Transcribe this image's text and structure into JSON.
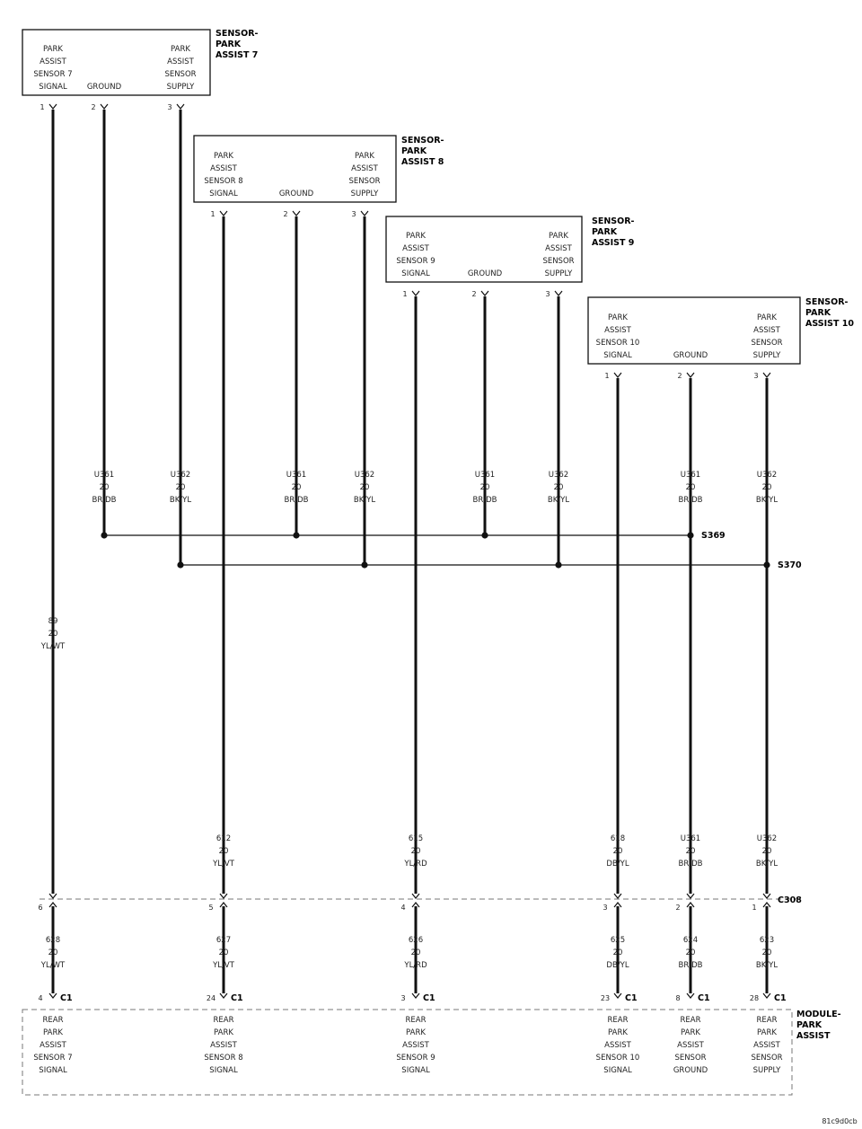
{
  "diagram": {
    "sensors": [
      {
        "title": [
          "SENSOR-",
          "PARK",
          "ASSIST 7"
        ],
        "pins": [
          {
            "num": "1",
            "label": [
              "PARK",
              "ASSIST",
              "SENSOR 7",
              "SIGNAL"
            ]
          },
          {
            "num": "2",
            "label": [
              "GROUND"
            ]
          },
          {
            "num": "3",
            "label": [
              "PARK",
              "ASSIST",
              "SENSOR",
              "SUPPLY"
            ]
          }
        ]
      },
      {
        "title": [
          "SENSOR-",
          "PARK",
          "ASSIST 8"
        ],
        "pins": [
          {
            "num": "1",
            "label": [
              "PARK",
              "ASSIST",
              "SENSOR 8",
              "SIGNAL"
            ]
          },
          {
            "num": "2",
            "label": [
              "GROUND"
            ]
          },
          {
            "num": "3",
            "label": [
              "PARK",
              "ASSIST",
              "SENSOR",
              "SUPPLY"
            ]
          }
        ]
      },
      {
        "title": [
          "SENSOR-",
          "PARK",
          "ASSIST 9"
        ],
        "pins": [
          {
            "num": "1",
            "label": [
              "PARK",
              "ASSIST",
              "SENSOR 9",
              "SIGNAL"
            ]
          },
          {
            "num": "2",
            "label": [
              "GROUND"
            ]
          },
          {
            "num": "3",
            "label": [
              "PARK",
              "ASSIST",
              "SENSOR",
              "SUPPLY"
            ]
          }
        ]
      },
      {
        "title": [
          "SENSOR-",
          "PARK",
          "ASSIST 10"
        ],
        "pins": [
          {
            "num": "1",
            "label": [
              "PARK",
              "ASSIST",
              "SENSOR 10",
              "SIGNAL"
            ]
          },
          {
            "num": "2",
            "label": [
              "GROUND"
            ]
          },
          {
            "num": "3",
            "label": [
              "PARK",
              "ASSIST",
              "SENSOR",
              "SUPPLY"
            ]
          }
        ]
      }
    ],
    "upper_wire_labels": [
      [
        "U361",
        "20",
        "BR/DB"
      ],
      [
        "U362",
        "20",
        "BK/YL"
      ],
      [
        "U361",
        "20",
        "BR/DB"
      ],
      [
        "U362",
        "20",
        "BK/YL"
      ],
      [
        "U361",
        "20",
        "BR/DB"
      ],
      [
        "U362",
        "20",
        "BK/YL"
      ],
      [
        "U361",
        "20",
        "BR/DB"
      ],
      [
        "U362",
        "20",
        "BK/YL"
      ]
    ],
    "splices": [
      "S369",
      "S370"
    ],
    "sensor7_signal_wire": [
      "89",
      "20",
      "YL/WT"
    ],
    "harness_wire_labels": [
      [
        "612",
        "20",
        "YL/VT"
      ],
      [
        "615",
        "20",
        "YL/RD"
      ],
      [
        "618",
        "20",
        "DB/YL"
      ],
      [
        "U361",
        "20",
        "BR/DB"
      ],
      [
        "U362",
        "20",
        "BK/YL"
      ]
    ],
    "inline_connector": {
      "name": "C308",
      "pins": [
        "6",
        "5",
        "4",
        "3",
        "2",
        "1"
      ]
    },
    "module_wire_labels": [
      [
        "628",
        "20",
        "YL/WT"
      ],
      [
        "627",
        "20",
        "YL/VT"
      ],
      [
        "626",
        "20",
        "YL/RD"
      ],
      [
        "625",
        "20",
        "DB/YL"
      ],
      [
        "624",
        "20",
        "BR/DB"
      ],
      [
        "623",
        "20",
        "BK/YL"
      ]
    ],
    "module_connector": {
      "name": "C1",
      "pins": [
        "4",
        "24",
        "3",
        "23",
        "8",
        "28"
      ]
    },
    "module": {
      "title": [
        "MODULE-",
        "PARK",
        "ASSIST"
      ],
      "pin_labels": [
        [
          "REAR",
          "PARK",
          "ASSIST",
          "SENSOR 7",
          "SIGNAL"
        ],
        [
          "REAR",
          "PARK",
          "ASSIST",
          "SENSOR 8",
          "SIGNAL"
        ],
        [
          "REAR",
          "PARK",
          "ASSIST",
          "SENSOR 9",
          "SIGNAL"
        ],
        [
          "REAR",
          "PARK",
          "ASSIST",
          "SENSOR 10",
          "SIGNAL"
        ],
        [
          "REAR",
          "PARK",
          "ASSIST",
          "SENSOR",
          "GROUND"
        ],
        [
          "REAR",
          "PARK",
          "ASSIST",
          "SENSOR",
          "SUPPLY"
        ]
      ]
    },
    "figure_id": "81c9d0cb"
  }
}
